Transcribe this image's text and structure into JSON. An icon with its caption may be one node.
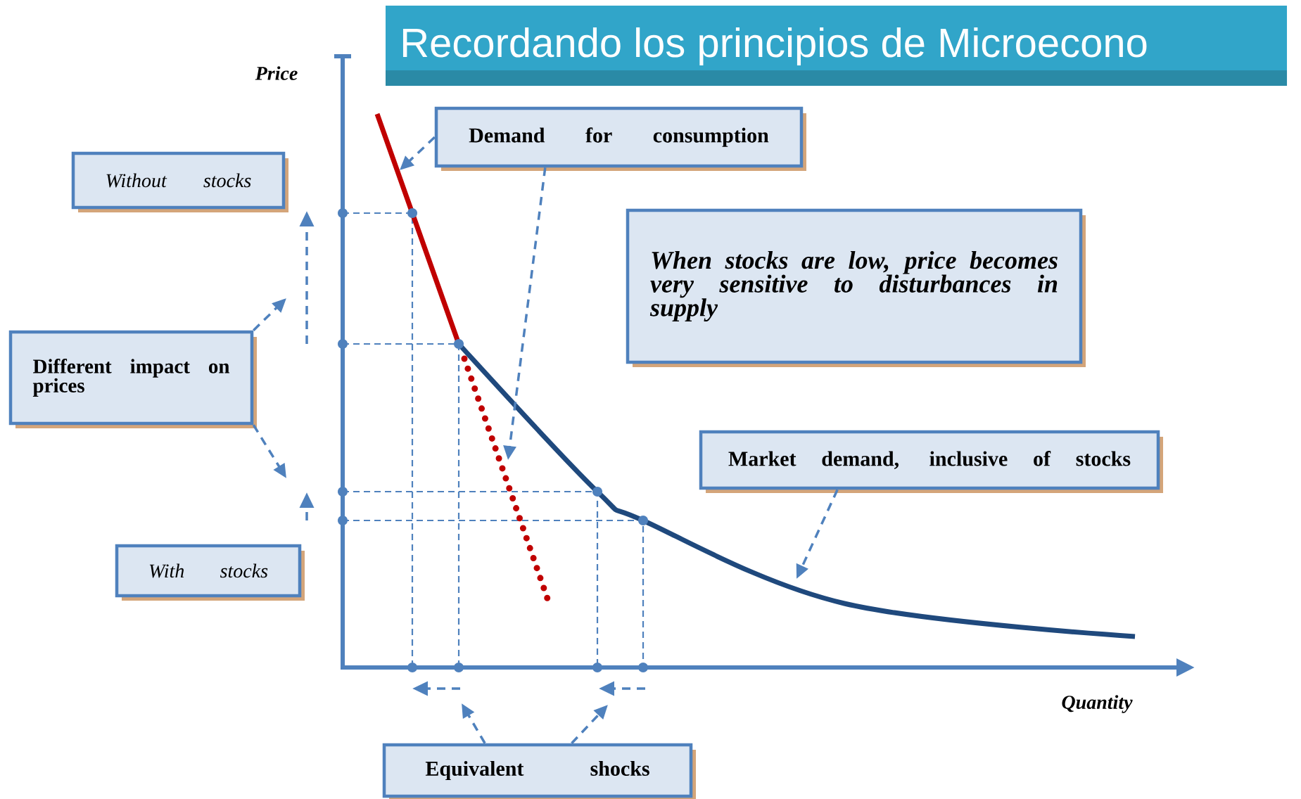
{
  "diagram": {
    "title": "Recordando los principios de Microecono",
    "nodes": [
      {
        "text": [
          "Demand for consumption"
        ]
      },
      {
        "text": [
          "Without stocks"
        ]
      },
      {
        "text": [
          "When stocks are low, price becomes very sensitive to disturbances in supply"
        ]
      },
      {
        "text": [
          "Different impact on prices"
        ]
      },
      {
        "text": [
          "Market demand, inclusive of stocks"
        ]
      },
      {
        "text": [
          "With stocks"
        ]
      },
      {
        "text": [
          "Equivalent shocks"
        ]
      }
    ],
    "edges": [
      {
        "from": 0,
        "to": null,
        "arrow": "to"
      },
      {
        "from": 0,
        "to": null,
        "arrow": "to"
      },
      {
        "from": 3,
        "to": null,
        "arrow": "to"
      },
      {
        "from": 3,
        "to": null,
        "arrow": "to"
      },
      {
        "from": 4,
        "to": null,
        "arrow": "to"
      },
      {
        "from": 6,
        "to": null,
        "arrow": "to"
      },
      {
        "from": 6,
        "to": null,
        "arrow": "to"
      }
    ],
    "labels": [
      "Price",
      "Quantity"
    ]
  }
}
